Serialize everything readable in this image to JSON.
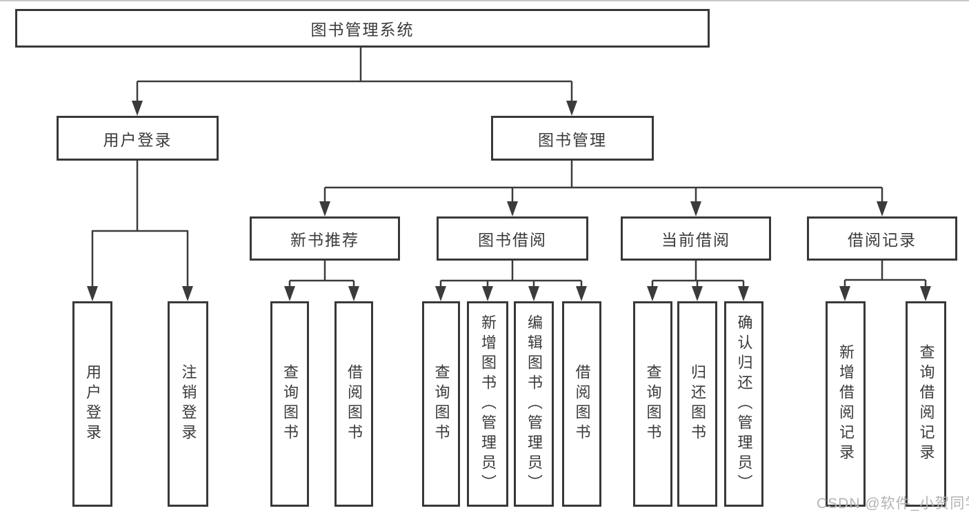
{
  "diagram": {
    "type": "tree",
    "title": "图书管理系统",
    "hierarchy": {
      "图书管理系统": {
        "用户登录": [
          "用户登录",
          "注销登录"
        ],
        "图书管理": {
          "新书推荐": [
            "查询图书",
            "借阅图书"
          ],
          "图书借阅": [
            "查询图书",
            "新增图书（管理员）",
            "编辑图书（管理员）",
            "借阅图书"
          ],
          "当前借阅": [
            "查询图书",
            "归还图书",
            "确认归还（管理员）"
          ],
          "借阅记录": [
            "新增借阅记录",
            "查询借阅记录"
          ]
        }
      }
    }
  },
  "nodes": {
    "root": "图书管理系统",
    "user_login": "用户登录",
    "book_mgmt": "图书管理",
    "new_book_rec": "新书推荐",
    "book_borrow": "图书借阅",
    "current_borrow": "当前借阅",
    "borrow_records": "借阅记录",
    "ul_login": "用户登录",
    "ul_logout": "注销登录",
    "nbr_query": "查询图书",
    "nbr_borrow": "借阅图书",
    "bb_query": "查询图书",
    "bb_add": "新增图书（管理员）",
    "bb_edit": "编辑图书（管理员）",
    "bb_borrow": "借阅图书",
    "cb_query": "查询图书",
    "cb_return": "归还图书",
    "cb_confirm": "确认归还（管理员）",
    "br_add": "新增借阅记录",
    "br_query": "查询借阅记录"
  },
  "watermark": "CSDN @软件_小贺同学",
  "colors": {
    "background": "#ffffff",
    "line": "#3b3b3b",
    "box_border": "#383838",
    "text": "#3a3a3a",
    "watermark": "#b3b3b3"
  }
}
